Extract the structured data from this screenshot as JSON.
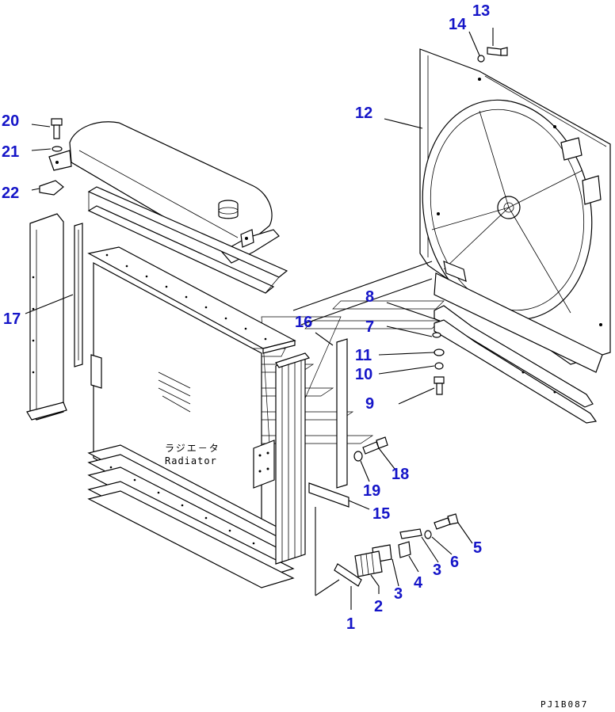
{
  "diagram": {
    "radiator_label_jp": "ラジエ－タ",
    "radiator_label_en": "Radiator",
    "drawing_code": "PJ1B087",
    "callouts": [
      {
        "num": "1"
      },
      {
        "num": "2"
      },
      {
        "num": "3"
      },
      {
        "num": "3"
      },
      {
        "num": "4"
      },
      {
        "num": "5"
      },
      {
        "num": "6"
      },
      {
        "num": "7"
      },
      {
        "num": "8"
      },
      {
        "num": "9"
      },
      {
        "num": "10"
      },
      {
        "num": "11"
      },
      {
        "num": "12"
      },
      {
        "num": "13"
      },
      {
        "num": "14"
      },
      {
        "num": "15"
      },
      {
        "num": "16"
      },
      {
        "num": "17"
      },
      {
        "num": "18"
      },
      {
        "num": "19"
      },
      {
        "num": "20"
      },
      {
        "num": "21"
      },
      {
        "num": "22"
      }
    ],
    "callout_color": "#1515c8"
  }
}
